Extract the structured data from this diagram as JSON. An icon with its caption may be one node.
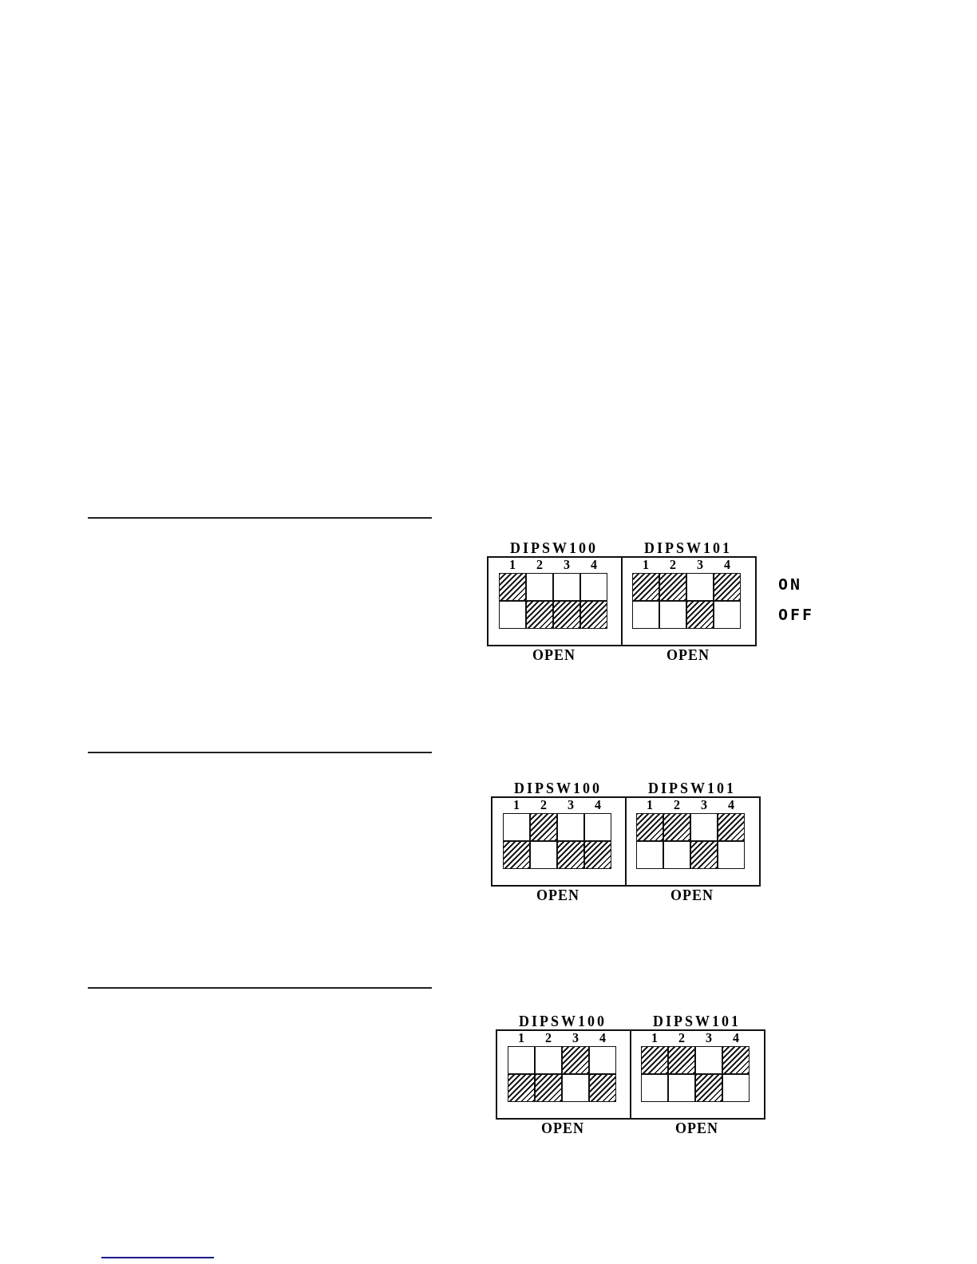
{
  "diagram": {
    "nodes": [
      {
        "text": [
          "DIPSW100",
          "OPEN"
        ]
      },
      {
        "text": [
          "1"
        ],
        "in": 0
      },
      {
        "text": [
          "2"
        ],
        "in": 0
      },
      {
        "text": [
          "3"
        ],
        "in": 0
      },
      {
        "text": [
          "4"
        ],
        "in": 0
      },
      {
        "text": [
          "DIPSW101",
          "OPEN"
        ]
      },
      {
        "text": [
          "1"
        ],
        "in": 5
      },
      {
        "text": [
          "2"
        ],
        "in": 5
      },
      {
        "text": [
          "3"
        ],
        "in": 5
      },
      {
        "text": [
          "4"
        ],
        "in": 5
      },
      {
        "text": [
          "DIPSW100",
          "OPEN"
        ]
      },
      {
        "text": [
          "1"
        ],
        "in": 10
      },
      {
        "text": [
          "2"
        ],
        "in": 10
      },
      {
        "text": [
          "3"
        ],
        "in": 10
      },
      {
        "text": [
          "4"
        ],
        "in": 10
      },
      {
        "text": [
          "DIPSW101",
          "OPEN"
        ]
      },
      {
        "text": [
          "1"
        ],
        "in": 15
      },
      {
        "text": [
          "2"
        ],
        "in": 15
      },
      {
        "text": [
          "3"
        ],
        "in": 15
      },
      {
        "text": [
          "4"
        ],
        "in": 15
      },
      {
        "text": [
          "DIPSW100",
          "OPEN"
        ]
      },
      {
        "text": [
          "1"
        ],
        "in": 20
      },
      {
        "text": [
          "2"
        ],
        "in": 20
      },
      {
        "text": [
          "3"
        ],
        "in": 20
      },
      {
        "text": [
          "4"
        ],
        "in": 20
      },
      {
        "text": [
          "DIPSW101",
          "OPEN"
        ]
      },
      {
        "text": [
          "1"
        ],
        "in": 25
      },
      {
        "text": [
          "2"
        ],
        "in": 25
      },
      {
        "text": [
          "3"
        ],
        "in": 25
      },
      {
        "text": [
          "4"
        ],
        "in": 25
      }
    ],
    "labels": [
      "ON",
      "OFF"
    ]
  }
}
